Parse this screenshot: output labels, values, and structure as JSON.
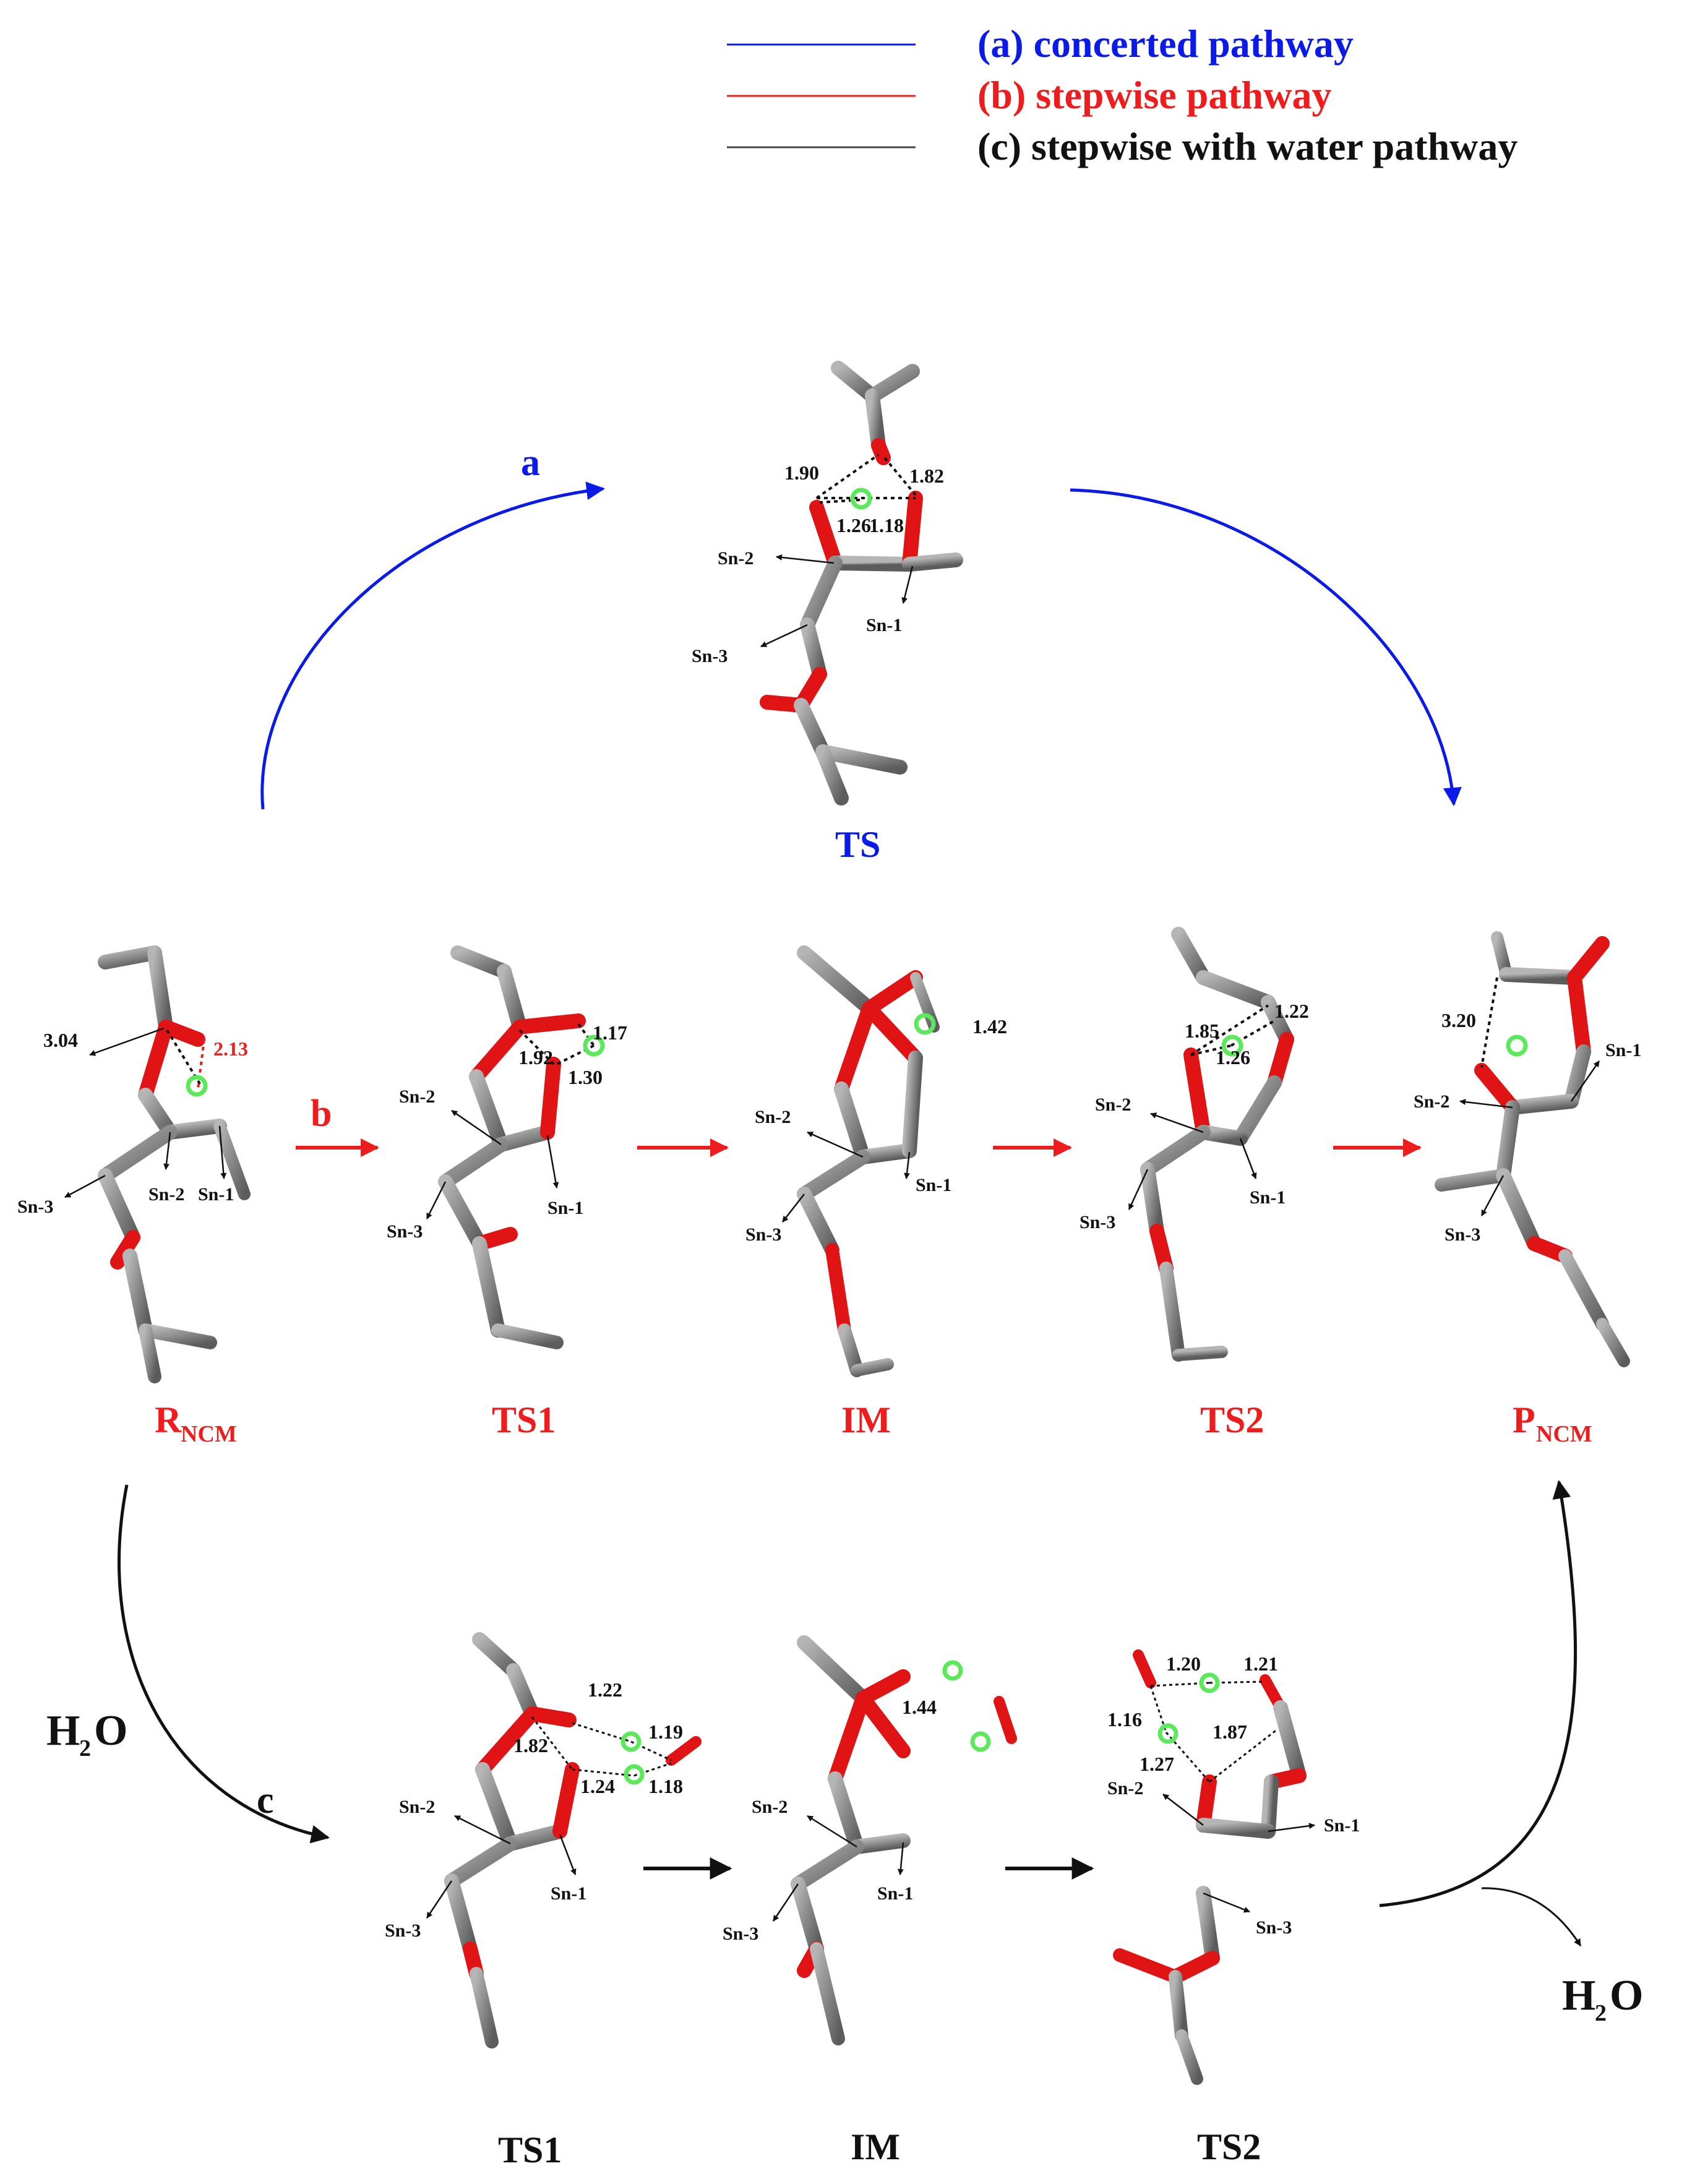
{
  "legend": {
    "a": {
      "label": "(a) concerted pathway",
      "color": "#0a1ae8"
    },
    "b": {
      "label": "(b) stepwise pathway",
      "color": "#ee1c1c"
    },
    "c": {
      "label": "(c) stepwise with water pathway",
      "color": "#111111"
    }
  },
  "pathway_letters": {
    "a": "a",
    "b": "b",
    "c": "c"
  },
  "water": {
    "h": "H",
    "sub": "2",
    "o": "O"
  },
  "sites": {
    "sn1": "Sn-1",
    "sn2": "Sn-2",
    "sn3": "Sn-3"
  },
  "structures": {
    "ts_a": {
      "label": "TS",
      "color": "#0a1ae8",
      "distances": [
        "1.90",
        "1.82",
        "1.26",
        "1.18"
      ]
    },
    "r_ncm": {
      "label": "R",
      "sub": "NCM",
      "color": "#ee1c1c",
      "distances": [
        "3.04",
        "2.13"
      ]
    },
    "ts1_b": {
      "label": "TS1",
      "color": "#ee1c1c",
      "distances": [
        "1.17",
        "1.92",
        "1.30"
      ]
    },
    "im_b": {
      "label": "IM",
      "color": "#ee1c1c",
      "distances": [
        "1.42"
      ]
    },
    "ts2_b": {
      "label": "TS2",
      "color": "#ee1c1c",
      "distances": [
        "1.85",
        "1.22",
        "1.26"
      ]
    },
    "p_ncm": {
      "label": "P",
      "sub": "NCM",
      "color": "#ee1c1c",
      "distances": [
        "3.20"
      ]
    },
    "ts1_c": {
      "label": "TS1",
      "color": "#111111",
      "distances": [
        "1.22",
        "1.19",
        "1.82",
        "1.24",
        "1.18"
      ]
    },
    "im_c": {
      "label": "IM",
      "color": "#111111",
      "distances": [
        "1.44"
      ]
    },
    "ts2_c": {
      "label": "TS2",
      "color": "#111111",
      "distances": [
        "1.20",
        "1.21",
        "1.16",
        "1.87",
        "1.27"
      ]
    }
  },
  "colors": {
    "carbon": "#8c8c8c",
    "oxygen": "#e01414",
    "hydrogen": "#e6e6e6",
    "highlight": "#5be85b"
  }
}
